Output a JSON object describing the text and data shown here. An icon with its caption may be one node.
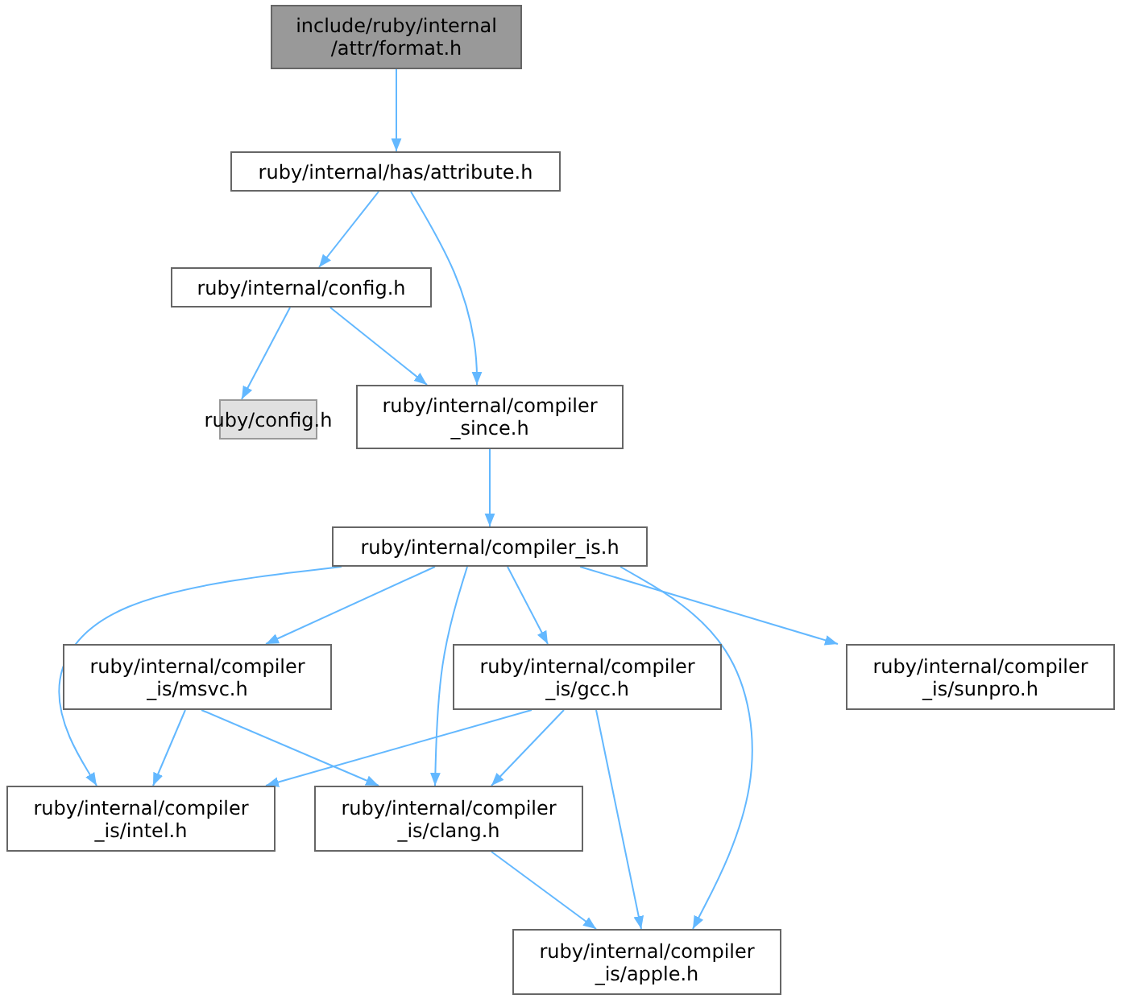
{
  "diagram": {
    "nodes": [
      {
        "text": [
          "include/ruby/internal /attr/format.h"
        ]
      },
      {
        "text": [
          "ruby/internal/has/attribute.h"
        ]
      },
      {
        "text": [
          "ruby/internal/config.h"
        ]
      },
      {
        "text": [
          "ruby/config.h"
        ]
      },
      {
        "text": [
          "ruby/internal/compiler _since.h"
        ]
      },
      {
        "text": [
          "ruby/internal/compiler_is.h"
        ]
      },
      {
        "text": [
          "ruby/internal/compiler _is/msvc.h"
        ]
      },
      {
        "text": [
          "ruby/internal/compiler _is/gcc.h"
        ]
      },
      {
        "text": [
          "ruby/internal/compiler _is/sunpro.h"
        ]
      },
      {
        "text": [
          "ruby/internal/compiler _is/intel.h"
        ]
      },
      {
        "text": [
          "ruby/internal/compiler _is/clang.h"
        ]
      },
      {
        "text": [
          "ruby/internal/compiler _is/apple.h"
        ]
      }
    ],
    "edges": [
      {
        "from": 0,
        "to": 1,
        "arrow": "to"
      },
      {
        "from": 1,
        "to": 2,
        "arrow": "to"
      },
      {
        "from": 1,
        "to": 4,
        "arrow": "to"
      },
      {
        "from": 2,
        "to": 3,
        "arrow": "to"
      },
      {
        "from": 2,
        "to": 4,
        "arrow": "to"
      },
      {
        "from": 4,
        "to": 5,
        "arrow": "to"
      },
      {
        "from": 5,
        "to": 9,
        "arrow": "to"
      },
      {
        "from": 5,
        "to": 6,
        "arrow": "to"
      },
      {
        "from": 5,
        "to": 10,
        "arrow": "to"
      },
      {
        "from": 5,
        "to": 7,
        "arrow": "to"
      },
      {
        "from": 5,
        "to": 11,
        "arrow": "to"
      },
      {
        "from": 5,
        "to": 8,
        "arrow": "to"
      },
      {
        "from": 6,
        "to": 9,
        "arrow": "to"
      },
      {
        "from": 6,
        "to": 10,
        "arrow": "to"
      },
      {
        "from": 7,
        "to": 9,
        "arrow": "to"
      },
      {
        "from": 7,
        "to": 10,
        "arrow": "to"
      },
      {
        "from": 7,
        "to": 11,
        "arrow": "to"
      },
      {
        "from": 10,
        "to": 11,
        "arrow": "to"
      }
    ]
  }
}
